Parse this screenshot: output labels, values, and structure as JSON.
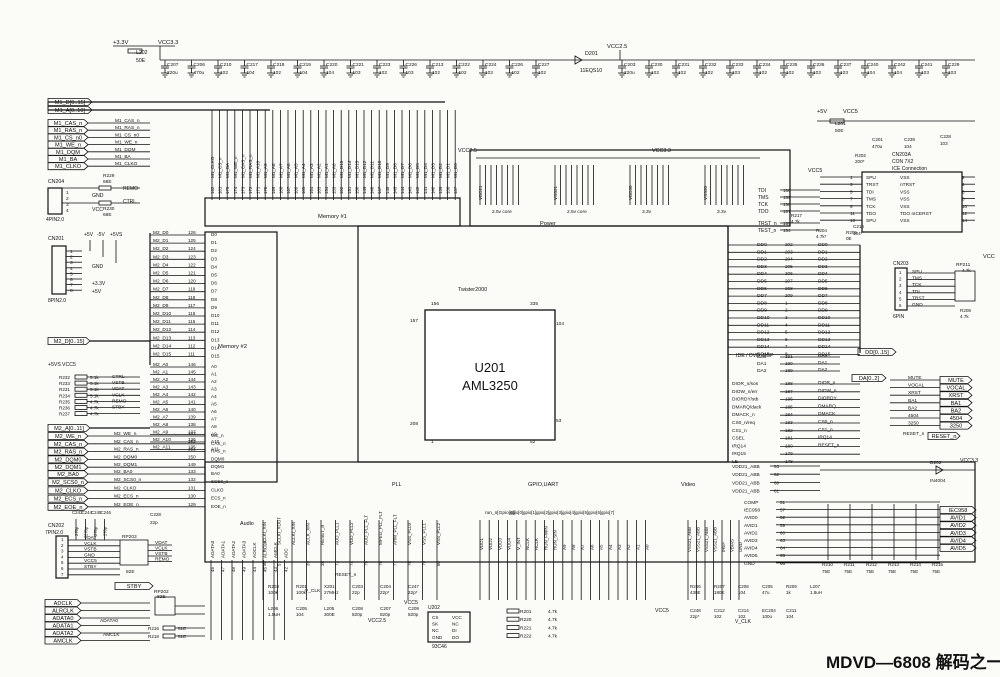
{
  "caption": "MDVD—6808 解码之一",
  "main_ic": {
    "ref": "U201",
    "part": "AML3250",
    "inner": "Twister2000",
    "pins": [
      "156",
      "335",
      "104",
      "157",
      "208",
      "53",
      "1",
      "52"
    ]
  },
  "power": {
    "rail_3v3": "+3.3V",
    "vcc33": "VCC3.3",
    "vcc25": "VCC2.5",
    "vcc5": "VCC5",
    "plus5": "+5V",
    "vcc": "VCC",
    "l202": "L202",
    "l202_val": "50E",
    "d201": "D201",
    "d201_val": "11EQS10",
    "l201": "L201",
    "l201_val": "50E",
    "caps_top_left": [
      {
        "ref": "C207",
        "val": "220u"
      },
      {
        "ref": "C206",
        "val": "470u"
      },
      {
        "ref": "C210",
        "val": "102"
      },
      {
        "ref": "C217",
        "val": "104"
      },
      {
        "ref": "C218",
        "val": "102"
      },
      {
        "ref": "C219",
        "val": "104"
      },
      {
        "ref": "C220",
        "val": "104"
      },
      {
        "ref": "C221",
        "val": "103"
      },
      {
        "ref": "C223",
        "val": "102"
      },
      {
        "ref": "C226",
        "val": "103"
      },
      {
        "ref": "C213",
        "val": "102"
      },
      {
        "ref": "C222",
        "val": "102"
      },
      {
        "ref": "C224",
        "val": "102"
      },
      {
        "ref": "C226",
        "val": "102"
      },
      {
        "ref": "C227",
        "val": "102"
      }
    ],
    "caps_top_right": [
      {
        "ref": "C203",
        "val": "220u"
      },
      {
        "ref": "C230",
        "val": "102"
      },
      {
        "ref": "C231",
        "val": "102"
      },
      {
        "ref": "C232",
        "val": "102"
      },
      {
        "ref": "C233",
        "val": "103"
      },
      {
        "ref": "C234",
        "val": "102"
      },
      {
        "ref": "C235",
        "val": "102"
      },
      {
        "ref": "C236",
        "val": "102"
      },
      {
        "ref": "C237",
        "val": "103"
      },
      {
        "ref": "C240",
        "val": "104"
      },
      {
        "ref": "C242",
        "val": "104"
      },
      {
        "ref": "C241",
        "val": "103"
      },
      {
        "ref": "C229",
        "val": "103"
      }
    ]
  },
  "memory1": {
    "title": "Memory #1",
    "ports": [
      "M1_D[0..15]",
      "M1_A[0..10]",
      "M1_CAS_n",
      "M1_RAS_n",
      "M1_CS_n0",
      "M1_WE_n",
      "M1_DQM",
      "M1_BA",
      "M1_CLKO"
    ],
    "port_nets": [
      "M1_CAS_n",
      "M1_RAS_n",
      "M1_CS_n0",
      "M1_WE_n",
      "M1_DQM",
      "M1_BA",
      "M1_CLKO"
    ],
    "pins": [
      "M1_CLKO",
      "M1_CS_n",
      "M1_BA",
      "M1_WE_n",
      "M1_CAS_n",
      "M1_RAS_n",
      "M1_A10",
      "M1_A9",
      "M1_A8",
      "M1_A7",
      "M1_A6",
      "M1_A5",
      "M1_A4",
      "M1_A3",
      "M1_A2",
      "M1_A1",
      "M1_A0",
      "M1_D15",
      "M1_D14",
      "M1_D13",
      "M1_D12",
      "M1_D11",
      "M1_D10",
      "M1_D9",
      "M1_D8",
      "M1_D7",
      "M1_D6",
      "M1_D5",
      "M1_D4",
      "M1_D3",
      "M1_D2",
      "M1_D1",
      "M1_D0"
    ],
    "pin_nums": [
      "162",
      "161",
      "175",
      "174",
      "173",
      "172",
      "171",
      "170",
      "169",
      "168",
      "167",
      "166",
      "165",
      "164",
      "163",
      "154",
      "153",
      "152",
      "151",
      "150",
      "149",
      "148",
      "147",
      "146",
      "145",
      "144",
      "143",
      "142",
      "141",
      "140",
      "139",
      "138",
      "137"
    ]
  },
  "memory2": {
    "title": "Memory #2",
    "data": [
      "M2_D0",
      "M2_D1",
      "M2_D2",
      "M2_D3",
      "M2_D4",
      "M2_D5",
      "M2_D6",
      "M2_D7",
      "M2_D8",
      "M2_D9",
      "M2_D10",
      "M2_D11",
      "M2_D12",
      "M2_D13",
      "M2_D14",
      "M2_D15"
    ],
    "data_pins": [
      "126",
      "125",
      "124",
      "123",
      "122",
      "121",
      "120",
      "119",
      "118",
      "117",
      "116",
      "115",
      "114",
      "113",
      "112",
      "111"
    ],
    "addr": [
      "M2_A0",
      "M2_A1",
      "M2_A2",
      "M2_A3",
      "M2_A4",
      "M2_A5",
      "M2_A6",
      "M2_A7",
      "M2_A8",
      "M2_A9",
      "M2_A10",
      "M2_A11"
    ],
    "addr_pins": [
      "146",
      "145",
      "144",
      "143",
      "142",
      "141",
      "140",
      "139",
      "138",
      "137",
      "136",
      "135"
    ],
    "ctrl": [
      "M2_WE_n",
      "M2_CAS_n",
      "M2_RAS_n",
      "M2_DQM0",
      "M2_DQM1"
    ],
    "ctrl_pins": [
      "153",
      "152",
      "151",
      "150",
      "149"
    ],
    "ba": [
      "M2_BA0",
      "M2_SCS0_n",
      "M2_CLKO",
      "M2_ECS_n",
      "M2_EOE_n"
    ],
    "ba_pins": [
      "133",
      "132",
      "131",
      "130",
      "129"
    ],
    "bus_d": "M2_D[0..15]",
    "bus_a": "M2_A[0..11]"
  },
  "left_connectors": {
    "cn204": {
      "ref": "CN204",
      "type": "4PIN2.0",
      "pins": [
        "1",
        "2",
        "3",
        "4"
      ],
      "nets": [
        "GND",
        "VCC"
      ],
      "r1": "R229",
      "r1v": "68E",
      "r2": "R230",
      "r2v": "68E",
      "s1": "REMO",
      "s2": "CTRL"
    },
    "cn201": {
      "ref": "CN201",
      "type": "8PIN2.0",
      "pins": [
        "1",
        "2",
        "3",
        "4",
        "5",
        "6",
        "7",
        "8"
      ],
      "nets": [
        "+5V",
        "-5V",
        "+5VS",
        "GND",
        "+3.3V",
        "+5V"
      ]
    },
    "res_net": {
      "rails": [
        "+5VS",
        "VCC5"
      ],
      "refs": [
        "R232",
        "R233",
        "R231",
        "R234",
        "R235",
        "R236",
        "R237"
      ],
      "vals": [
        "5.1k",
        "5.1k",
        "5.1k",
        "5.1k",
        "4.7k",
        "4.7k",
        "4.7k"
      ],
      "sigs": [
        "CTRL",
        "VSTB",
        "VDAT",
        "VCLK",
        "REMO",
        "STBY"
      ]
    },
    "cn202": {
      "ref": "CN202",
      "type": "7PIN2.0",
      "pins": [
        "1",
        "2",
        "3",
        "4",
        "5",
        "6",
        "7"
      ],
      "nets": [
        "VDAT",
        "VCLK",
        "VSTB",
        "GND",
        "VCC5",
        "STBY"
      ],
      "rp": "RP203",
      "rpv": "82E",
      "caps": [
        "C243",
        "C244",
        "C245",
        "C246"
      ],
      "capv": "270p",
      "stby": "STBY",
      "c228": "C228",
      "c228v": "22p"
    }
  },
  "audio": {
    "ports": [
      "ADCLK",
      "ALRCLK",
      "ADATA0",
      "ADATA1",
      "ADATA2",
      "AMCLK"
    ],
    "rp": "RP202",
    "rpv": "82E",
    "r216": "R216",
    "r218": "R218",
    "rv": "51E",
    "label": "Audio",
    "pins": [
      "ADATA0",
      "ADATA1",
      "ADATA2",
      "ADATA3",
      "AOCLK",
      "ALRCLK",
      "AMCLK",
      "ADC"
    ],
    "pin_nums": [
      "46",
      "47",
      "48",
      "49",
      "44",
      "45",
      "43",
      "42"
    ]
  },
  "pll": {
    "label": "PLL",
    "pins": [
      "SCLKI_XIN",
      "SCLKI_XOUT",
      "ACLKI_XIN",
      "ACLK_XIN",
      "RESET_n",
      "AUD_PLL1",
      "VDD_PLL2",
      "AUD_PLL_FLT",
      "MPEG_PLL_FLT",
      "ARM_PLL_FLT",
      "VSS_PLL0",
      "VSS_PLL1",
      "VSS_PLL2"
    ],
    "pin_nums": [
      "50",
      "51",
      "",
      "39",
      "38",
      "73",
      "74",
      "75",
      "76",
      "77",
      "78",
      "79",
      "80"
    ],
    "parts": [
      {
        "ref": "R203",
        "val": "100k"
      },
      {
        "ref": "R201",
        "val": "100k"
      },
      {
        "ref": "X201",
        "val": "27MHz"
      },
      {
        "ref": "C203",
        "val": "22p"
      },
      {
        "ref": "C204",
        "val": "22p*"
      },
      {
        "ref": "C247",
        "val": "22p*"
      },
      {
        "ref": "L206",
        "val": "1.8uH"
      },
      {
        "ref": "C205",
        "val": "104"
      },
      {
        "ref": "L205",
        "val": "300E"
      },
      {
        "ref": "C208",
        "val": "820p"
      },
      {
        "ref": "C207",
        "val": "820p"
      },
      {
        "ref": "C209",
        "val": "820p"
      }
    ],
    "vclk": "V_CLK",
    "rst": "RESET_n"
  },
  "gpio": {
    "label": "GPIO,UART",
    "gpio_bits": [
      "gpio[0]",
      "gpio[1]",
      "gpio[2]",
      "gpio[3]",
      "gpio[4]",
      "gpio[5]",
      "gpio[6]",
      "gpio[7]"
    ],
    "run": "run_n[Gpio[8]]",
    "pins": [
      "VDD1",
      "VDD2",
      "VDD3",
      "VDD4",
      "V_INT",
      "NCLK",
      "RCLK",
      "RUN_FWIN",
      "RUN_SIN",
      "A9",
      "A8",
      "A7",
      "A6",
      "A5",
      "A4",
      "A3",
      "A2",
      "A1",
      "A0"
    ],
    "u202": {
      "ref": "U202",
      "part": "93C46",
      "pins": [
        "CS",
        "SK",
        "NC",
        "GND",
        "VCC",
        "NC",
        "DI",
        "DO"
      ]
    },
    "r_list": [
      {
        "ref": "R201",
        "val": "4.7k"
      },
      {
        "ref": "R220",
        "val": "4.7k"
      },
      {
        "ref": "R221",
        "val": "4.7k"
      },
      {
        "ref": "R222",
        "val": "4.7k"
      }
    ],
    "vcc5": "VCC5",
    "vcc25": "VCC2.5"
  },
  "video": {
    "label": "Video",
    "pins": [
      "VDD21_ABB",
      "VDD21_ABB",
      "VDD21_ABB",
      "VDD21_ABB",
      "COMP",
      "IEC958",
      "AVID0",
      "AVID1",
      "AVID2",
      "AVID3",
      "AVID4",
      "AVID5",
      "GND"
    ],
    "pin_nums": [
      "53",
      "62",
      "68",
      "61",
      "51",
      "57",
      "52",
      "59",
      "60",
      "63",
      "64",
      "65",
      "66"
    ],
    "outs": [
      "IEC958",
      "AVID1",
      "AVID2",
      "AVID3",
      "AVID4",
      "AVID5"
    ],
    "r_list": [
      {
        "ref": "R210",
        "val": "75E"
      },
      {
        "ref": "R211",
        "val": "75E"
      },
      {
        "ref": "R212",
        "val": "75E"
      },
      {
        "ref": "R213",
        "val": "75E"
      },
      {
        "ref": "R214",
        "val": "75E"
      },
      {
        "ref": "R215",
        "val": "75E"
      }
    ],
    "bottom": [
      "VSS21_ABB",
      "VSS21_ABB",
      "VSS21_ABB",
      "VSS21_ABB",
      "IREF",
      "VBIAS",
      "GND"
    ],
    "parts": [
      {
        "ref": "R206",
        "val": "430E"
      },
      {
        "ref": "R207",
        "val": "180E"
      },
      {
        "ref": "C208",
        "val": "104"
      },
      {
        "ref": "C205",
        "val": "47u"
      },
      {
        "ref": "R209",
        "val": "1k"
      },
      {
        "ref": "L207",
        "val": "1.8uH"
      },
      {
        "ref": "C248",
        "val": "22p*"
      },
      {
        "ref": "C212",
        "val": "102"
      },
      {
        "ref": "C214",
        "val": "102"
      },
      {
        "ref": "EC204",
        "val": "100u"
      },
      {
        "ref": "C211",
        "val": "104"
      }
    ],
    "d202": {
      "ref": "D202",
      "val": "IN4004"
    },
    "vclk": "V_CLK",
    "vcc33": "VCC3.3",
    "vcc5": "VCC5"
  },
  "power_block": {
    "label": "Power",
    "groups": [
      {
        "name": "VDD21",
        "sub": "2.5v core"
      },
      {
        "name": "VSS21",
        "sub": "2.5v core"
      },
      {
        "name": "VDD30",
        "sub": "3.3v"
      },
      {
        "name": "VSS30",
        "sub": "3.3v"
      }
    ],
    "vcc25": "VCC2.5",
    "vcc33": "VCC3.3"
  },
  "jtag": {
    "ic": {
      "ref": "CN203A",
      "desc": "CON 7X2",
      "desc2": "ICE Connection"
    },
    "left": [
      "SPU",
      "TRST",
      "TDI",
      "TMS",
      "TCK",
      "TDO",
      "SPU"
    ],
    "left_nums": [
      "1",
      "3",
      "5",
      "7",
      "9",
      "11",
      "13"
    ],
    "right": [
      "VSS",
      "nTRST",
      "VSS",
      "VSS",
      "VSS",
      "TDO nICERST",
      "VSS"
    ],
    "right_nums": [
      "2",
      "4",
      "6",
      "8",
      "10",
      "12",
      "14"
    ],
    "r202": {
      "ref": "R202",
      "val": "200*"
    },
    "c201": {
      "ref": "C201",
      "val": "470u"
    },
    "c239": {
      "ref": "C239",
      "val": "104"
    },
    "c228": {
      "ref": "C228",
      "val": "103"
    },
    "l201": {
      "ref": "L201",
      "val": "50E"
    },
    "main_pins": [
      "TDI",
      "TMS",
      "TCK",
      "TDO",
      "TRST_n",
      "TEST_n"
    ],
    "main_nums": [
      "160",
      "159",
      "158",
      "157",
      "155",
      "154"
    ],
    "r217": {
      "ref": "R217",
      "val": "4.7k"
    },
    "r204": {
      "ref": "R204",
      "val": "4.7k*"
    },
    "r205": {
      "ref": "R205",
      "val": "0E"
    },
    "c216": {
      "ref": "C216",
      "val": "104*"
    }
  },
  "cn203": {
    "ref": "CN203",
    "type": "6PIN",
    "pins": [
      "1",
      "2",
      "3",
      "4",
      "5",
      "6"
    ],
    "nets": [
      "SPU",
      "TMS",
      "TCK",
      "TDI",
      "TRST",
      "GND"
    ],
    "rp": "RP211",
    "rpv": "4.7k",
    "r208": "R208",
    "r208v": "4.7k"
  },
  "dvd_bus": {
    "label": "DD[0..15]",
    "nets": [
      "DD0",
      "DD1",
      "DD2",
      "DD3",
      "DD4",
      "DD5",
      "DD6",
      "DD7",
      "DD8",
      "DD9",
      "DD10",
      "DD11",
      "DD12",
      "DD13",
      "DD14",
      "DD15"
    ],
    "nums": [
      "202",
      "203",
      "204",
      "205",
      "206",
      "207",
      "208",
      "209",
      "1",
      "2",
      "3",
      "4",
      "5",
      "6",
      "7",
      "8"
    ],
    "addr": [
      "DA0",
      "DA1",
      "DA2"
    ],
    "addr_nums": [
      "191",
      "190",
      "189"
    ],
    "ide_label": "IDE / DVD_DSP",
    "da_bus": "DA[0..2]",
    "ctrl": [
      "DIOR_n/sos",
      "DIOW_n/err",
      "DIORDY/stb",
      "DMARQ/dack",
      "DMACK_n",
      "CS0_n/req",
      "CS1_n",
      "CSEL",
      "IRQ14",
      "IRQ15",
      "LE"
    ],
    "ctrl_nums": [
      "188",
      "187",
      "186",
      "185",
      "184",
      "183",
      "182",
      "181",
      "180",
      "179",
      "178"
    ],
    "nets_ctrl": [
      "DIOR_n",
      "DIOW_n",
      "DIORDY",
      "DMARQ",
      "DMACK",
      "CS0_n",
      "CS1_n",
      "IRQ14",
      "RESET_n"
    ],
    "outs": [
      "MUTE",
      "VOCAL",
      "XRST",
      "BA1",
      "BA2",
      "4504",
      "3250"
    ]
  }
}
